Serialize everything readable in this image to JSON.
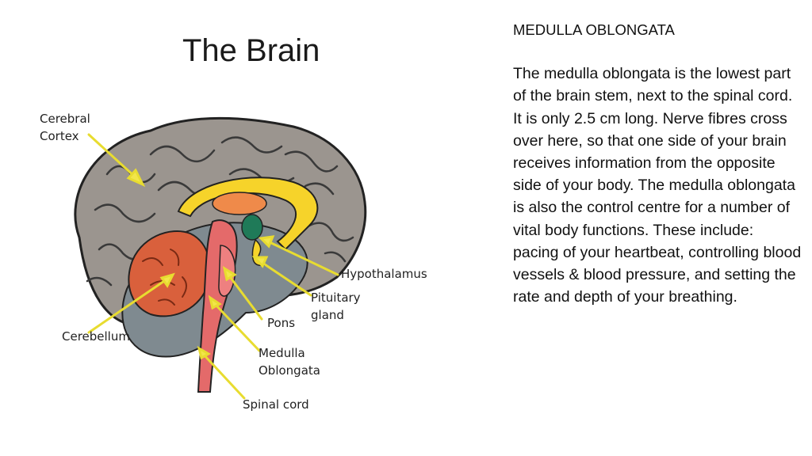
{
  "slide": {
    "title": "The Brain"
  },
  "side_panel": {
    "heading": "MEDULLA OBLONGATA",
    "body": "The medulla oblongata is the lowest part of the brain stem, next to the spinal cord. It is only 2.5 cm long. Nerve fibres cross over here, so that one side of your brain receives information from the opposite side of your body. The medulla oblongata is also the control centre for a number of vital body functions. These include: pacing of your heartbeat, controlling blood vessels & blood pressure, and setting the rate and depth of your breathing."
  },
  "diagram": {
    "labels": {
      "cerebral_cortex_line1": "Cerebral",
      "cerebral_cortex_line2": "Cortex",
      "hypothalamus": "Hypothalamus",
      "pituitary_line1": "Pituitary",
      "pituitary_line2": "gland",
      "pons": "Pons",
      "cerebellum": "Cerebellum",
      "medulla_line1": "Medulla",
      "medulla_line2": "Oblongata",
      "spinal_cord": "Spinal cord"
    },
    "colors": {
      "cortex": "#9b958f",
      "inner_grey": "#7f8a90",
      "cerebellum": "#d9603c",
      "brainstem": "#e46a6a",
      "corpus_callosum": "#f6d32a",
      "thalamus": "#ef8a4a",
      "green_nucleus": "#1f7a58",
      "pointer_arrows": "#f2e64a"
    }
  }
}
